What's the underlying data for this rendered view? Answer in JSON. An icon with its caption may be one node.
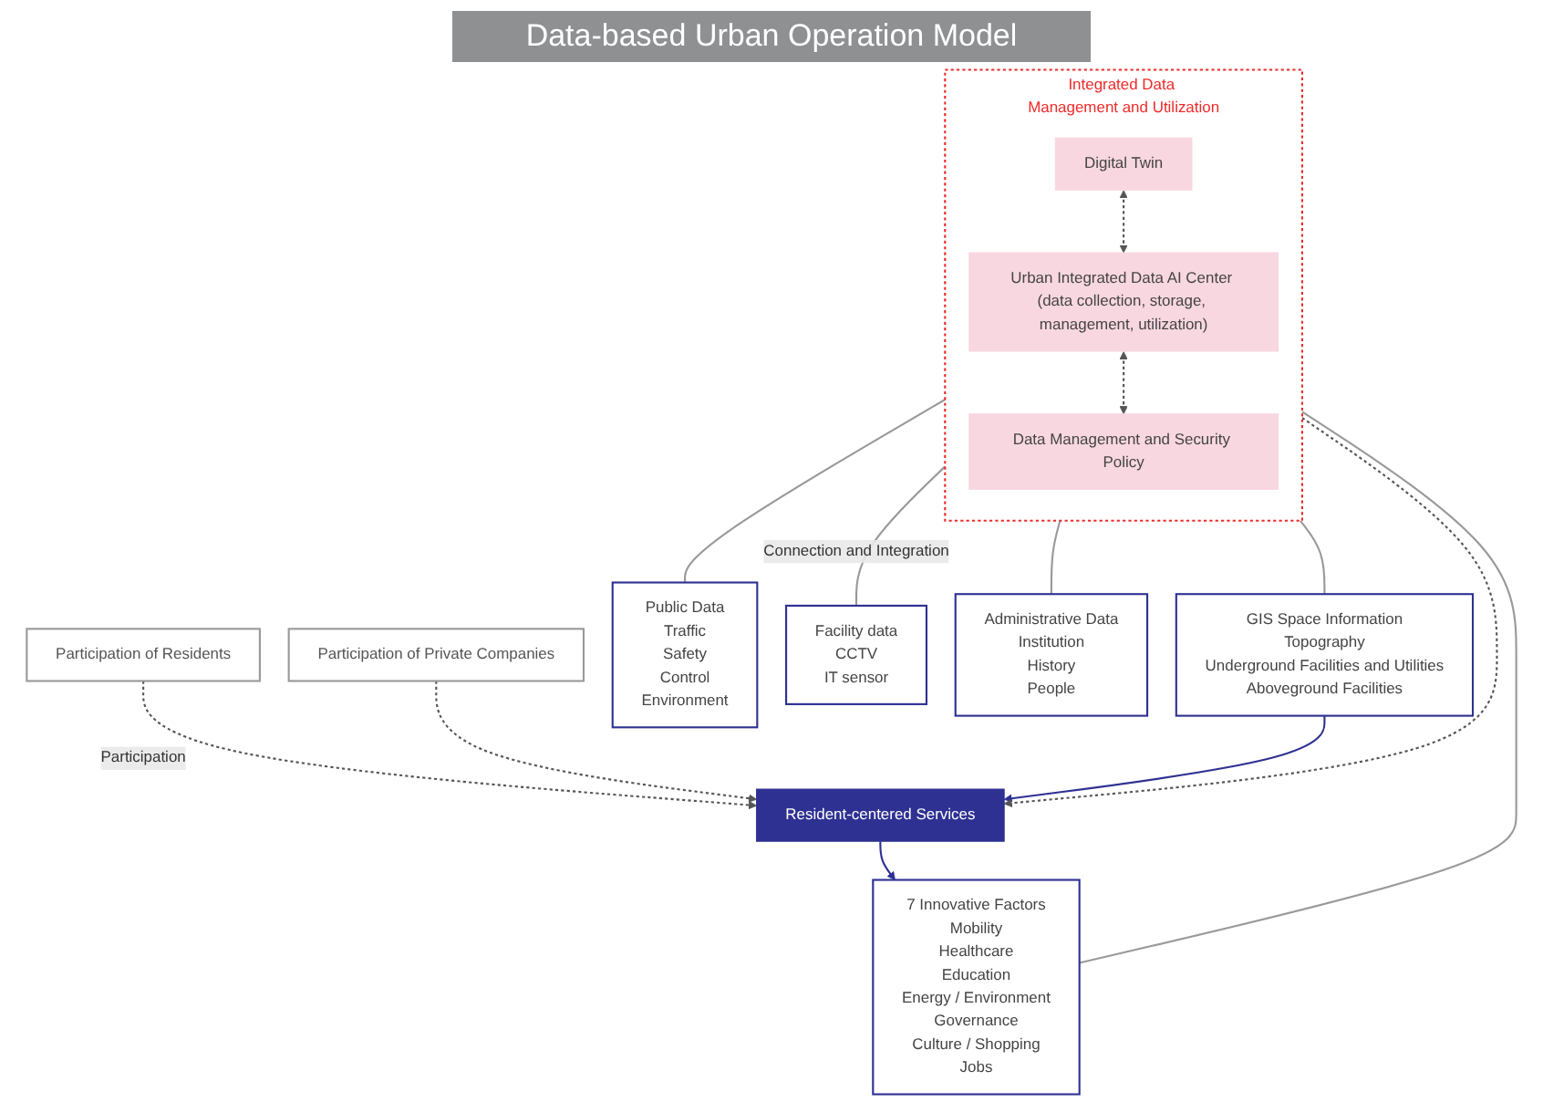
{
  "diagram": {
    "title": "Data-based Urban Operation Model",
    "nodes": [
      {
        "text": [
          "Participation of Residents"
        ]
      },
      {
        "text": [
          "Participation of Private Companies"
        ]
      },
      {
        "text": [
          "Resident-centered Services"
        ]
      },
      {
        "text": [
          "Integrated Data Management and Utilization"
        ]
      },
      {
        "text": [
          "Digital Twin"
        ],
        "in": 3
      },
      {
        "text": [
          "Urban Integrated Data AI Center (data collection, storage, management, utilization)"
        ],
        "in": 3
      },
      {
        "text": [
          "Data Management and Security Policy"
        ],
        "in": 3
      },
      {
        "text": [
          "7 Innovative Factors",
          "Mobility",
          "Healthcare",
          "Education",
          "Energy / Environment",
          "Governance",
          "Culture / Shopping",
          "Jobs"
        ]
      },
      {
        "text": [
          "Public Data",
          "Traffic",
          "Safety",
          "Control",
          "Environment"
        ]
      },
      {
        "text": [
          "Facility data",
          "CCTV",
          "IT sensor"
        ]
      },
      {
        "text": [
          "Administrative Data",
          "Institution",
          "History",
          "People"
        ]
      },
      {
        "text": [
          "GIS Space Information",
          "Topography",
          "Underground Facilities and Utilities",
          "Aboveground Facilities"
        ]
      }
    ],
    "edges": [
      {
        "from": 0,
        "to": 2,
        "arrow": "to",
        "label": "Participation",
        "style": "dashed",
        "color": "#555555"
      },
      {
        "from": 1,
        "to": 2,
        "arrow": "to",
        "style": "dashed",
        "color": "#555555"
      },
      {
        "from": 3,
        "to": 2,
        "arrow": "to",
        "style": "dashed",
        "color": "#555555"
      },
      {
        "from": 4,
        "to": 5,
        "arrow": "both",
        "style": "dashed",
        "color": "#555555"
      },
      {
        "from": 5,
        "to": 6,
        "arrow": "both",
        "style": "dashed",
        "color": "#555555"
      },
      {
        "from": 3,
        "to": 7,
        "arrow": "none",
        "color": "#999999"
      },
      {
        "from": 3,
        "to": 8,
        "arrow": "none",
        "color": "#999999"
      },
      {
        "from": 3,
        "to": 9,
        "arrow": "none",
        "label": "Connection and Integration",
        "color": "#999999"
      },
      {
        "from": 3,
        "to": 10,
        "arrow": "none",
        "color": "#999999"
      },
      {
        "from": 3,
        "to": 11,
        "arrow": "none",
        "color": "#999999"
      },
      {
        "from": 11,
        "to": 2,
        "arrow": "to",
        "color": "#2e3192"
      },
      {
        "from": 2,
        "to": 7,
        "arrow": "to",
        "color": "#2e3192"
      }
    ]
  }
}
